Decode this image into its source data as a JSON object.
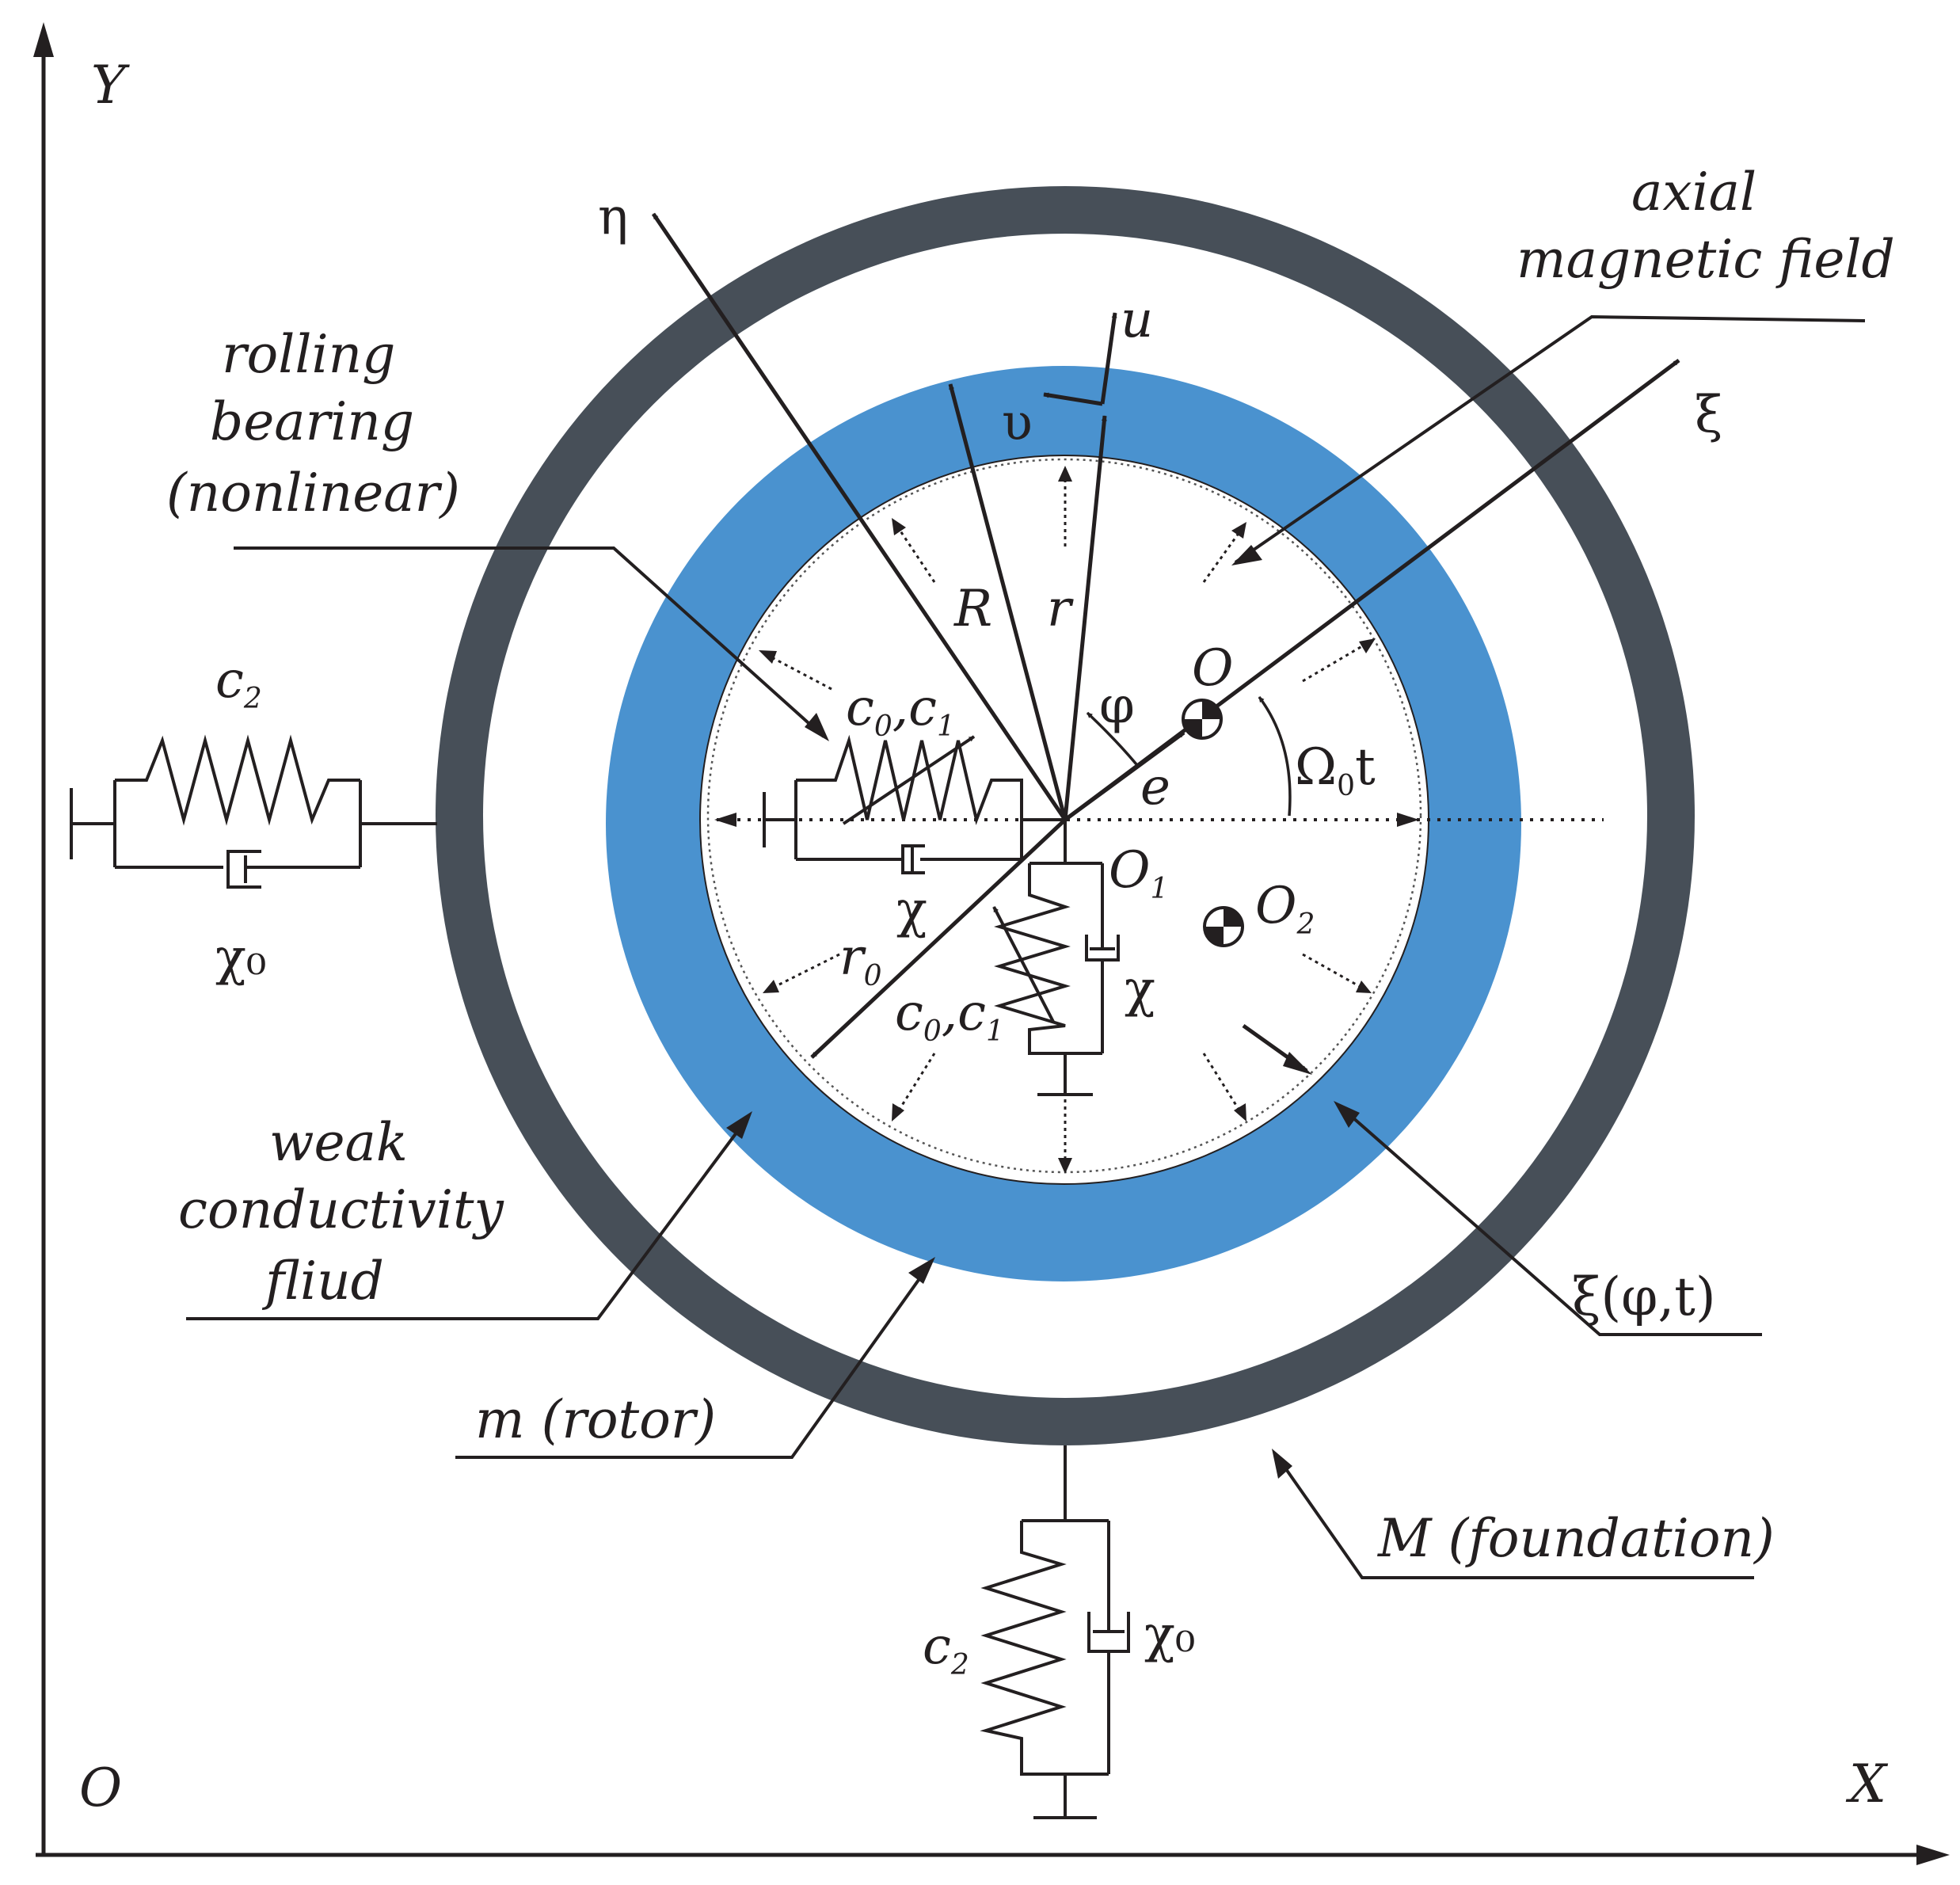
{
  "colors": {
    "foundation_ring": "#474f58",
    "fluid_ring": "#4a92cf",
    "ink": "#231f20",
    "background": "#ffffff"
  },
  "axes": {
    "y": "Y",
    "x": "X",
    "origin": "O"
  },
  "rotating_axes": {
    "eta": "η",
    "xi": "ξ",
    "u": "u",
    "v": "υ"
  },
  "labels": {
    "axial_field": [
      "axial",
      "magnetic field"
    ],
    "rolling_bearing": [
      "rolling",
      "bearing",
      "(nonlinear)"
    ],
    "weak_fluid": [
      "weak",
      "conductivity",
      "fliud"
    ],
    "rotor": "m (rotor)",
    "foundation": "M (foundation)",
    "xi_phi_t": "ξ(φ,t)"
  },
  "symbols": {
    "R": "R",
    "r": "r",
    "r0": {
      "base": "r",
      "sub": "0"
    },
    "phi": "φ",
    "e": "e",
    "O": "O",
    "O1": {
      "base": "O",
      "sub": "1"
    },
    "O2": {
      "base": "O",
      "sub": "2"
    },
    "omega_t": {
      "base": "Ω",
      "sub": "0",
      "tail": "t"
    },
    "c0c1": {
      "c": "c",
      "s0": "0",
      "comma": ",",
      "s1": "1"
    },
    "c2": {
      "base": "c",
      "sub": "2"
    },
    "chi": "χ",
    "chi0": "χ₀"
  }
}
